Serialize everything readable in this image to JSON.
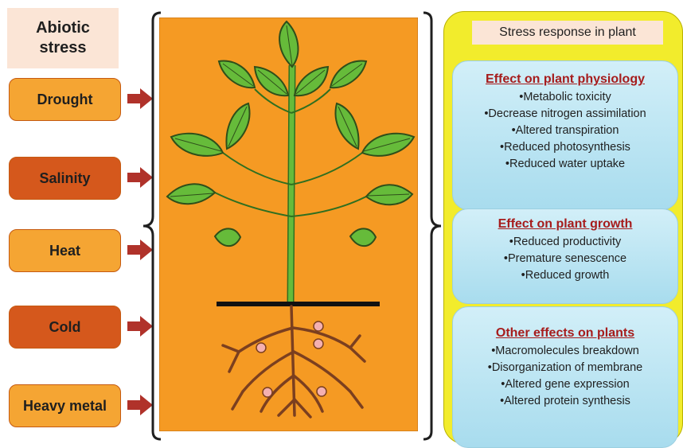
{
  "abiotic_title": "Abiotic\nstress",
  "stresses": [
    {
      "label": "Drought",
      "tone": "light"
    },
    {
      "label": "Salinity",
      "tone": "dark"
    },
    {
      "label": "Heat",
      "tone": "light"
    },
    {
      "label": "Cold",
      "tone": "dark"
    },
    {
      "label": "Heavy metal",
      "tone": "light"
    }
  ],
  "panel_title": "Stress response in plant",
  "effects": [
    {
      "heading": "Effect on plant physiology",
      "items": [
        "•Metabolic toxicity",
        "•Decrease nitrogen assimilation",
        "•Altered transpiration",
        "•Reduced photosynthesis",
        "•Reduced water uptake"
      ]
    },
    {
      "heading": "Effect on plant growth",
      "items": [
        "•Reduced productivity",
        "•Premature senescence",
        "•Reduced growth"
      ]
    },
    {
      "heading": "Other effects on plants",
      "items": [
        "•Macromolecules breakdown",
        "•Disorganization of membrane",
        "•Altered gene expression",
        "•Altered protein synthesis"
      ]
    }
  ],
  "colors": {
    "stress_light": "#f5a533",
    "stress_dark": "#d5581c",
    "arrow": "#c0392b",
    "plant_bg": "#f59a23",
    "leaf": "#66bb3a",
    "root": "#7b3f1f",
    "panel": "#f2ec2c",
    "heading": "#a61c1c"
  }
}
